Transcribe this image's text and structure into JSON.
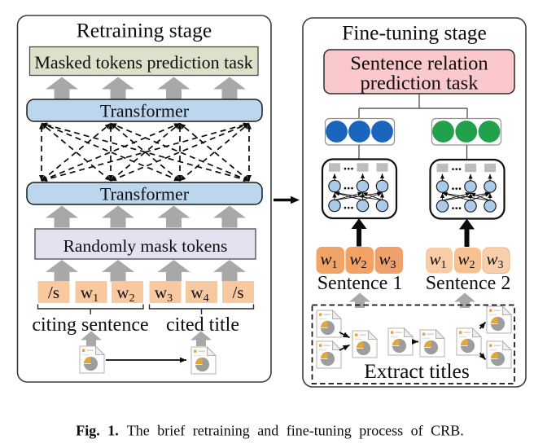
{
  "caption": {
    "label": "Fig. 1.",
    "text": "The brief retraining and fine-tuning process of CRB."
  },
  "left_panel": {
    "title": "Retraining stage",
    "prediction_box": "Masked tokens prediction task",
    "transformer_top": "Transformer",
    "transformer_bottom": "Transformer",
    "mask_box": "Randomly mask tokens",
    "tokens": [
      {
        "base": "/s",
        "sub": ""
      },
      {
        "base": "w",
        "sub": "1"
      },
      {
        "base": "w",
        "sub": "2"
      },
      {
        "base": "w",
        "sub": "3"
      },
      {
        "base": "w",
        "sub": "4"
      },
      {
        "base": "/s",
        "sub": ""
      }
    ],
    "group_labels": [
      "citing sentence",
      "cited title"
    ]
  },
  "right_panel": {
    "title": "Fine-tuning stage",
    "prediction_box_line1": "Sentence relation",
    "prediction_box_line2": "prediction task",
    "ellipsis": "...",
    "sentence1": {
      "label": "Sentence 1",
      "tokens": [
        {
          "base": "w",
          "sub": "1"
        },
        {
          "base": "w",
          "sub": "2"
        },
        {
          "base": "w",
          "sub": "3"
        }
      ]
    },
    "sentence2": {
      "label": "Sentence 2",
      "tokens": [
        {
          "base": "w",
          "sub": "1"
        },
        {
          "base": "w",
          "sub": "2"
        },
        {
          "base": "w",
          "sub": "3"
        }
      ]
    },
    "extract_box": "Extract titles"
  },
  "colors": {
    "prediction_green": "#dce1ca",
    "transformer_blue": "#bcd6ee",
    "mask_lavender": "#e3e2f0",
    "token_peach": "#f8c8a0",
    "sentence1_orange": "#f3a466",
    "sentence2_orange": "#f8cda5",
    "task_pink": "#fbc8cc",
    "circle_blue": "#1b65bd",
    "circle_green": "#21a14b",
    "node_lightblue": "#a9cbe9",
    "arrow_gray": "#a8a8a8"
  }
}
